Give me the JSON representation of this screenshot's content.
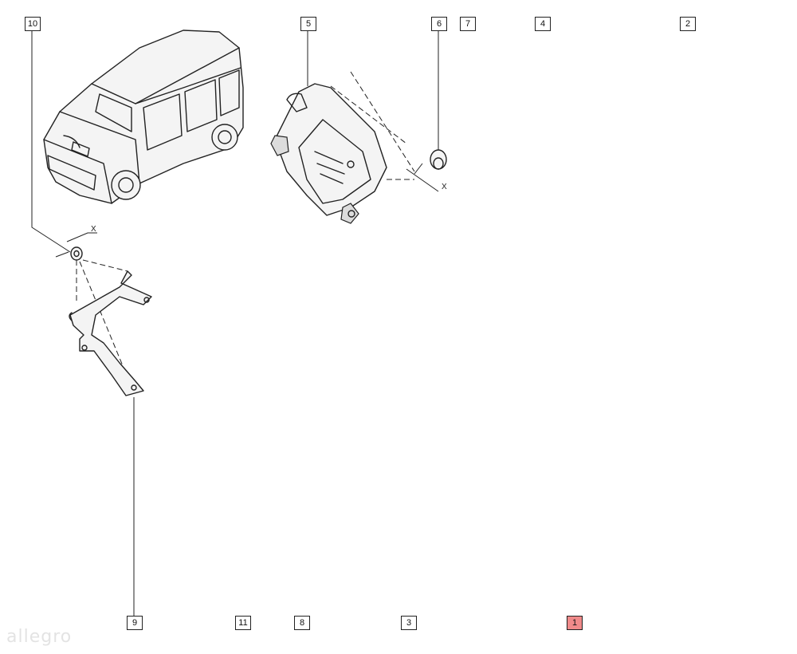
{
  "callouts": [
    {
      "id": "c10",
      "label": "10",
      "highlight": false
    },
    {
      "id": "c5",
      "label": "5",
      "highlight": false
    },
    {
      "id": "c6",
      "label": "6",
      "highlight": false
    },
    {
      "id": "c7",
      "label": "7",
      "highlight": false
    },
    {
      "id": "c4",
      "label": "4",
      "highlight": false
    },
    {
      "id": "c2",
      "label": "2",
      "highlight": false
    },
    {
      "id": "c9",
      "label": "9",
      "highlight": false
    },
    {
      "id": "c11",
      "label": "11",
      "highlight": false
    },
    {
      "id": "c8",
      "label": "8",
      "highlight": false
    },
    {
      "id": "c3",
      "label": "3",
      "highlight": false
    },
    {
      "id": "c1",
      "label": "1",
      "highlight": true,
      "highlight_color": "#f08a8a"
    }
  ],
  "axis_marks": {
    "x_left": "X",
    "x_right": "X"
  },
  "watermark": "allegro",
  "colors": {
    "line": "#222222",
    "highlight": "#f08a8a",
    "background": "#ffffff"
  }
}
